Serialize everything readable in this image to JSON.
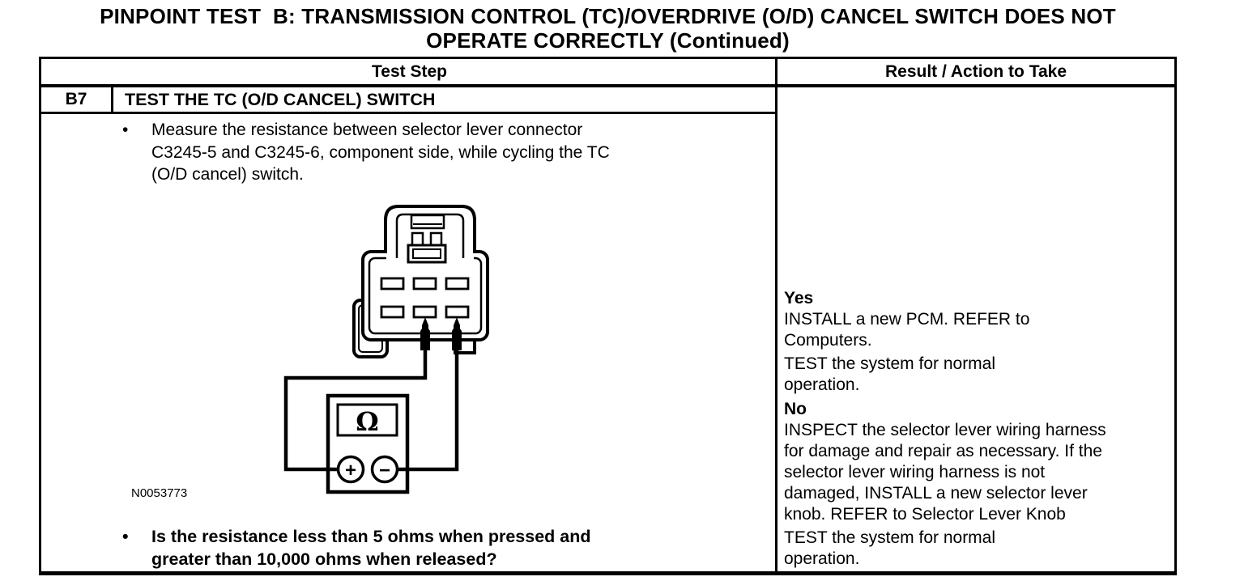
{
  "page_title_lines": [
    "PINPOINT TEST  B: TRANSMISSION CONTROL (TC)/OVERDRIVE (O/D) CANCEL SWITCH DOES NOT",
    "OPERATE CORRECTLY (Continued)"
  ],
  "table": {
    "header": {
      "test_step": "Test Step",
      "result_action": "Result / Action to Take"
    },
    "step": {
      "id": "B7",
      "title": "TEST THE TC (O/D CANCEL) SWITCH",
      "bullet_char": "•",
      "instruction_lines": [
        "Measure the resistance between selector lever connector",
        "C3245-5 and C3245-6, component side, while cycling the TC",
        "(O/D cancel) switch."
      ],
      "figure_number": "N0053773",
      "question_lines": [
        "Is the resistance less than 5 ohms when pressed and",
        "greater than 10,000 ohms when released?"
      ]
    },
    "result": {
      "yes_label": "Yes",
      "yes_paragraphs": [
        [
          "INSTALL a new PCM. REFER to",
          "Computers."
        ],
        [
          "TEST the system for normal",
          "operation."
        ]
      ],
      "no_label": "No",
      "no_paragraphs": [
        [
          "INSPECT the selector lever wiring harness",
          "for damage and repair as necessary. If the",
          "selector lever wiring harness is not",
          "damaged, INSTALL a new selector lever",
          "knob. REFER to Selector Lever Knob"
        ],
        [
          "TEST the system for normal",
          "operation."
        ]
      ]
    }
  },
  "diagram": {
    "meter_symbol": "Ω",
    "plus_label": "+",
    "minus_label": "−"
  }
}
